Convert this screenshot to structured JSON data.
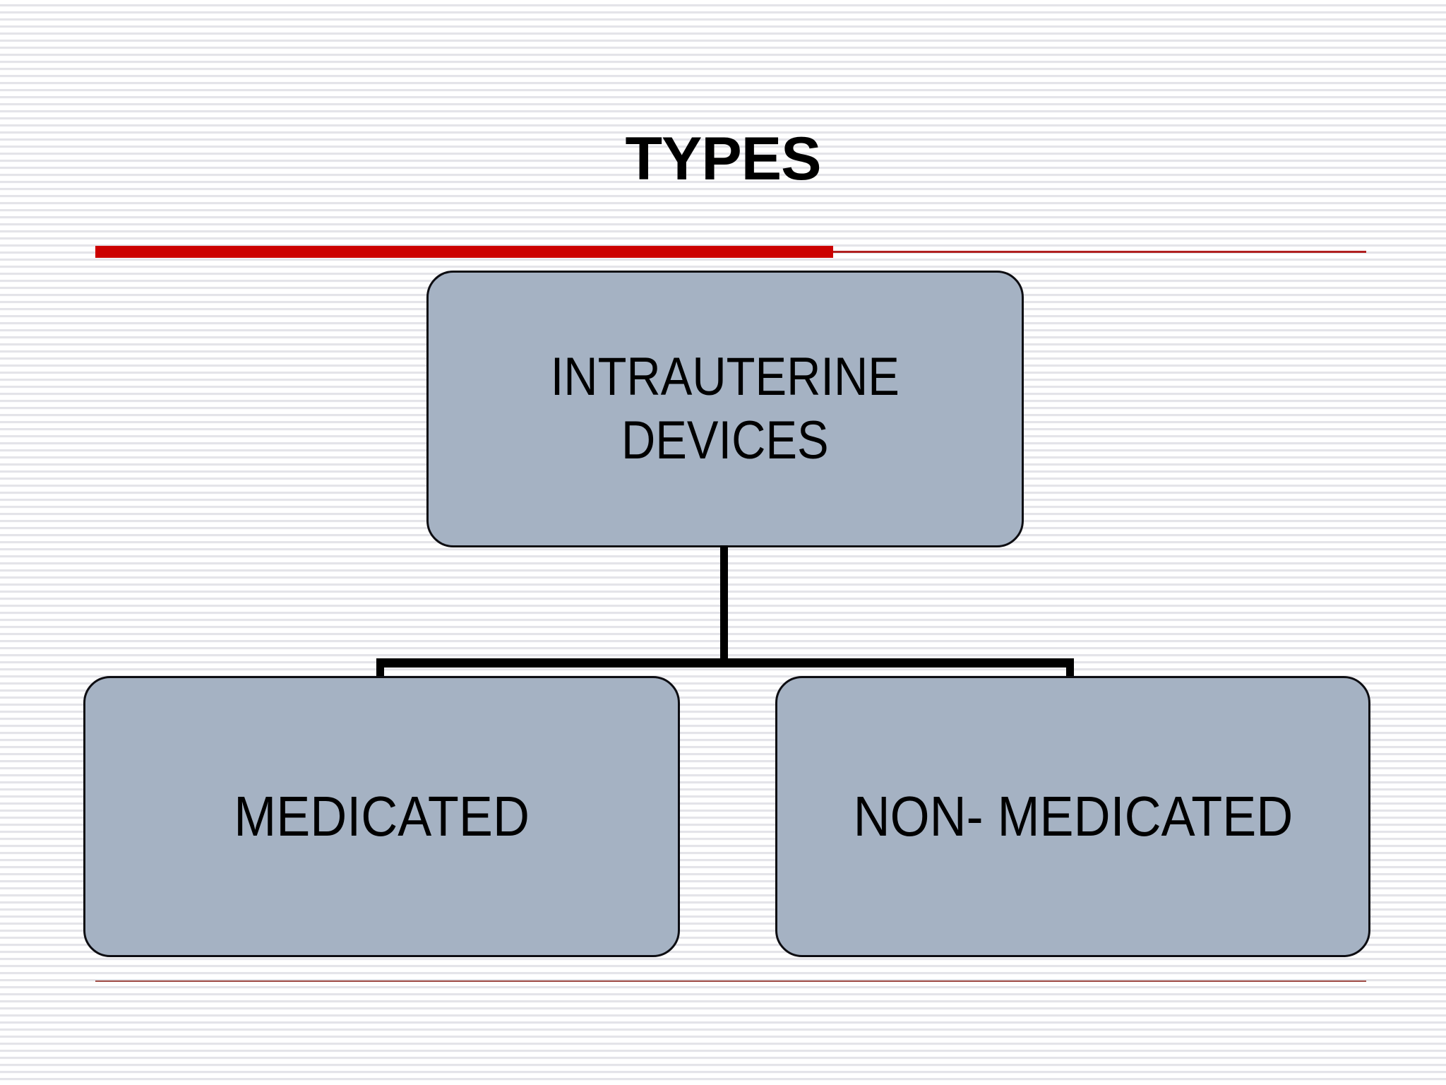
{
  "slide": {
    "title": "TYPES",
    "background_style": "horizontal-striped",
    "colors": {
      "accent_rule": "#CC0000",
      "thin_rule_top": "#B02020",
      "thin_rule_bottom": "#9E4A44",
      "box_fill": "#A5B2C3",
      "box_border": "#0D0D12",
      "text": "#000000",
      "stripe": "#E4E4E9"
    }
  },
  "diagram": {
    "type": "hierarchy",
    "root": {
      "label": "INTRAUTERINE\nDEVICES"
    },
    "children": [
      {
        "label": "MEDICATED"
      },
      {
        "label": "NON- MEDICATED"
      }
    ]
  }
}
